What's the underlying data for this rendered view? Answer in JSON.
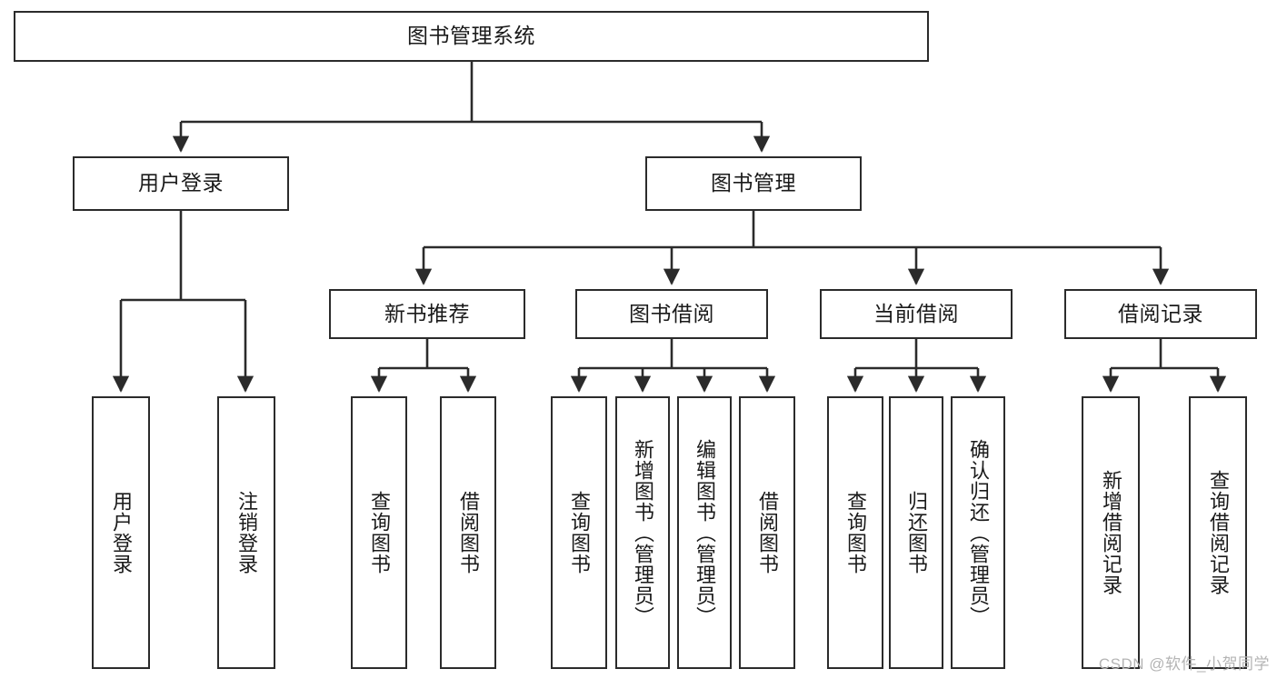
{
  "diagram": {
    "title": "图书管理系统",
    "type": "tree",
    "orientation": "top-down",
    "background_color": "#ffffff",
    "box_border_color": "#2b2b2b",
    "edge_color": "#2b2b2b",
    "text_color": "#1a1a1a"
  },
  "root": {
    "label": "图书管理系统"
  },
  "level2": [
    {
      "label": "用户登录"
    },
    {
      "label": "图书管理"
    }
  ],
  "level3": [
    {
      "label": "新书推荐"
    },
    {
      "label": "图书借阅"
    },
    {
      "label": "当前借阅"
    },
    {
      "label": "借阅记录"
    }
  ],
  "leaves": {
    "user_login": [
      {
        "label": "用户登录"
      },
      {
        "label": "注销登录"
      }
    ],
    "new_book_recommend": [
      {
        "label": "查询图书"
      },
      {
        "label": "借阅图书"
      }
    ],
    "book_borrow": [
      {
        "label": "查询图书"
      },
      {
        "label": "新增图书（管理员）"
      },
      {
        "label": "编辑图书（管理员）"
      },
      {
        "label": "借阅图书"
      }
    ],
    "current_borrow": [
      {
        "label": "查询图书"
      },
      {
        "label": "归还图书"
      },
      {
        "label": "确认归还（管理员）"
      }
    ],
    "borrow_record": [
      {
        "label": "新增借阅记录"
      },
      {
        "label": "查询借阅记录"
      }
    ]
  },
  "watermark": {
    "text": "CSDN @软件_小贺同学"
  }
}
